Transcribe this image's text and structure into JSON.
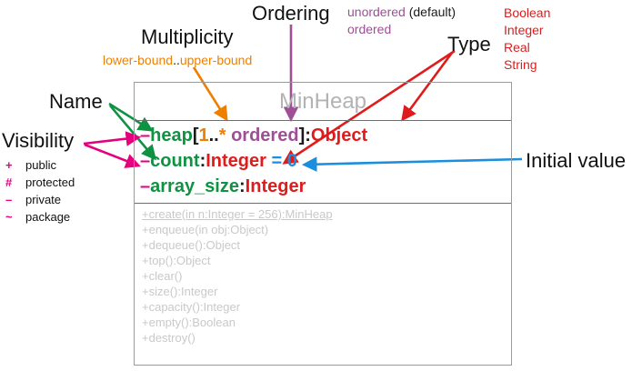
{
  "diagram": {
    "kind": "uml-class-diagram-legend",
    "colors": {
      "attribute_name": "#0f9242",
      "visibility": "#e6007e",
      "multiplicity": "#ee8000",
      "ordering": "#9e4f96",
      "type": "#e01b1b",
      "initial_value": "#1a8fdd",
      "class_title": "#b3b3b3",
      "operations": "#c9c9c9",
      "box_border": "#9a9a9a",
      "label_text": "#111111"
    }
  },
  "class_box": {
    "title": "MinHeap",
    "attributes": [
      {
        "visibility": "–",
        "name": "heap",
        "open_bracket": "[",
        "multiplicity": "1",
        "multiplicity_sep": "..",
        "multiplicity_upper": "*",
        "ordering": "ordered",
        "close_bracket": "]:",
        "type": "Object",
        "initial": ""
      },
      {
        "visibility": "–",
        "name": "count",
        "colon": ":",
        "type": "Integer",
        "initial": "= 0"
      },
      {
        "visibility": "–",
        "name": "array_size",
        "colon": ":",
        "type": "Integer",
        "initial": ""
      }
    ],
    "operations": [
      {
        "text": "+create(in n:Integer = 256):MinHeap",
        "static": true
      },
      {
        "text": "+enqueue(in obj:Object)",
        "static": false
      },
      {
        "text": "+dequeue():Object",
        "static": false
      },
      {
        "text": "+top():Object",
        "static": false
      },
      {
        "text": "+clear()",
        "static": false
      },
      {
        "text": "+size():Integer",
        "static": false
      },
      {
        "text": "+capacity():Integer",
        "static": false
      },
      {
        "text": "+empty():Boolean",
        "static": false
      },
      {
        "text": "+destroy()",
        "static": false
      }
    ]
  },
  "annotations": {
    "multiplicity": {
      "label": "Multiplicity",
      "syntax_lower": "lower-bound",
      "syntax_dots": "..",
      "syntax_upper": "upper-bound"
    },
    "ordering": {
      "label": "Ordering",
      "option_unordered": "unordered",
      "option_unordered_note": "(default)",
      "option_ordered": "ordered"
    },
    "type": {
      "label": "Type",
      "options": [
        "Boolean",
        "Integer",
        "Real",
        "String"
      ]
    },
    "name": {
      "label": "Name"
    },
    "visibility": {
      "label": "Visibility",
      "legend": [
        {
          "symbol": "+",
          "meaning": "public"
        },
        {
          "symbol": "#",
          "meaning": "protected"
        },
        {
          "symbol": "–",
          "meaning": "private"
        },
        {
          "symbol": "~",
          "meaning": "package"
        }
      ]
    },
    "initial_value": {
      "label": "Initial value"
    }
  }
}
